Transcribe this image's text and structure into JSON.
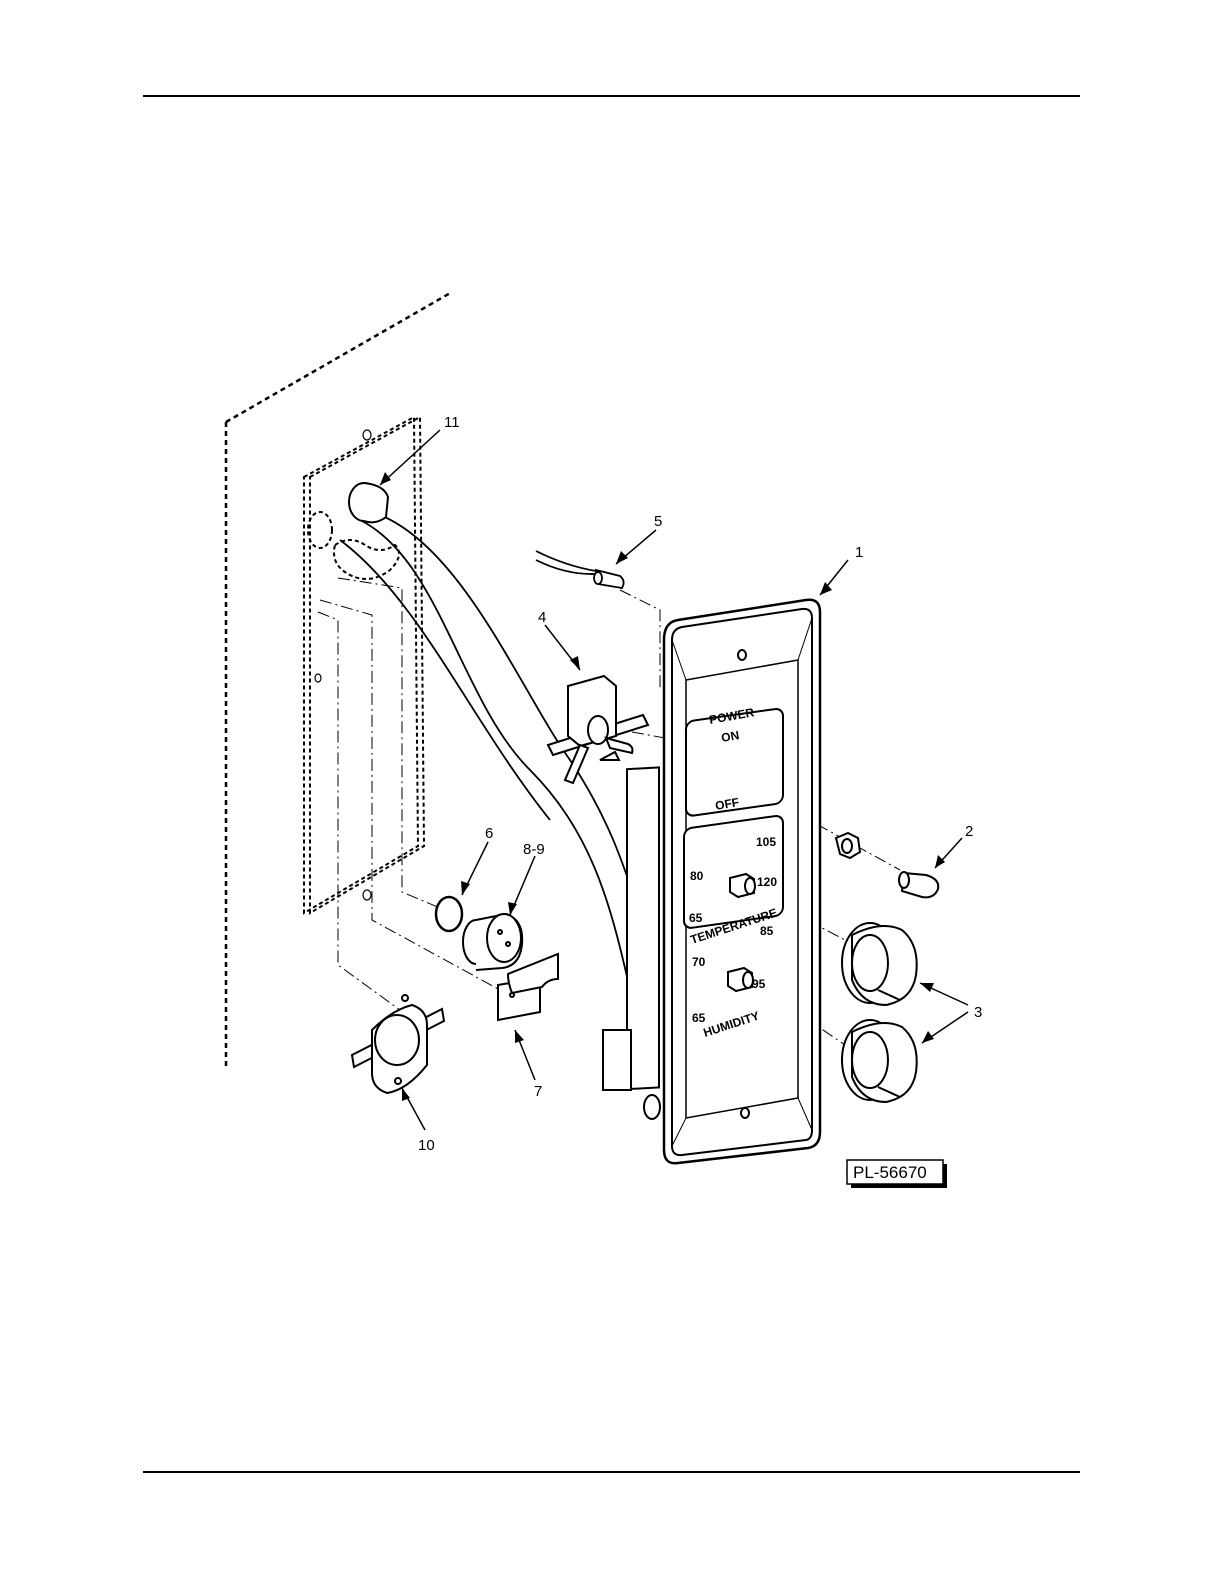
{
  "callouts": {
    "c1": "1",
    "c2": "2",
    "c3": "3",
    "c4": "4",
    "c5": "5",
    "c6": "6",
    "c89": "8-9",
    "c7": "7",
    "c10": "10",
    "c11": "11"
  },
  "panel": {
    "power": "POWER",
    "on": "ON",
    "off": "OFF",
    "temperature": {
      "label": "TEMPERATURE",
      "t80": "80",
      "t105": "105",
      "t120": "120",
      "t65": "65"
    },
    "humidity": {
      "label": "HUMIDITY",
      "h70": "70",
      "h85": "85",
      "h95": "95",
      "h65": "65"
    }
  },
  "figure_id": "PL-56670"
}
